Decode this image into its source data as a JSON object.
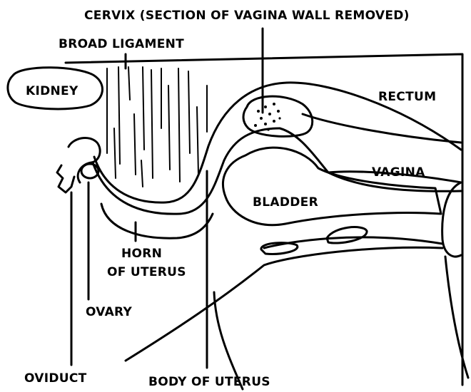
{
  "diagram": {
    "labels": {
      "cervix": "CERVIX (SECTION OF VAGINA WALL REMOVED)",
      "broad_ligament": "BROAD LIGAMENT",
      "kidney": "KIDNEY",
      "rectum": "RECTUM",
      "vagina": "VAGINA",
      "bladder": "BLADDER",
      "horn_line1": "HORN",
      "horn_line2": "OF UTERUS",
      "ovary": "OVARY",
      "oviduct": "OVIDUCT",
      "body_of_uterus": "BODY OF UTERUS"
    },
    "colors": {
      "ink": "#000000",
      "paper": "#ffffff"
    }
  }
}
